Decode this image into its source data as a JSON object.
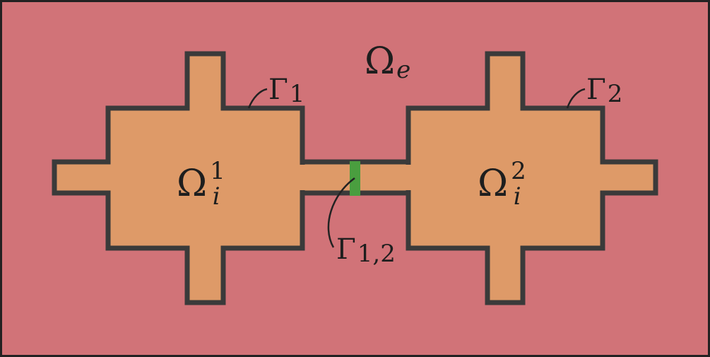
{
  "diagram": {
    "colors": {
      "exterior_fill": "#d17378",
      "cell_fill": "#de9a68",
      "outline": "#3a3a3a",
      "gap_junction": "#4a9e3f"
    },
    "labels": {
      "exterior": {
        "symbol": "Ω",
        "subscript": "e"
      },
      "cell1": {
        "symbol": "Ω",
        "subscript": "i",
        "superscript": "1"
      },
      "cell2": {
        "symbol": "Ω",
        "subscript": "i",
        "superscript": "2"
      },
      "membrane1": {
        "symbol": "Γ",
        "subscript": "1"
      },
      "membrane2": {
        "symbol": "Γ",
        "subscript": "2"
      },
      "junction": {
        "symbol": "Γ",
        "subscript": "1,2"
      }
    }
  }
}
